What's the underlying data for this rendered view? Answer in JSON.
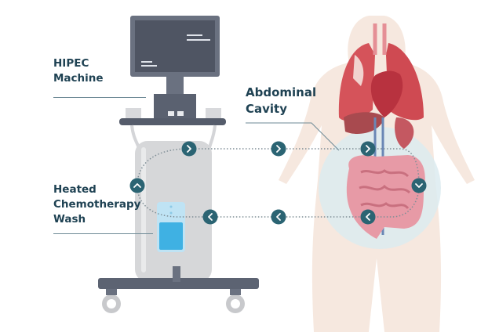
{
  "labels": {
    "machine": [
      "HIPEC",
      "Machine"
    ],
    "cavity": [
      "Abdominal",
      "Cavity"
    ],
    "wash": [
      "Heated",
      "Chemotherapy",
      "Wash"
    ]
  },
  "colors": {
    "text": "#1f4253",
    "flow_marker": "#2b6473",
    "skin": "#f6e8df",
    "organ_red": "#d5535a",
    "intestine": "#e79aa6",
    "abdomen_highlight": "#dcebf0",
    "fluid": "#3fb1e3"
  },
  "flow_markers": [
    {
      "icon": "chevron-right-icon"
    },
    {
      "icon": "chevron-right-icon"
    },
    {
      "icon": "chevron-right-icon"
    },
    {
      "icon": "chevron-up-icon"
    },
    {
      "icon": "chevron-down-icon"
    },
    {
      "icon": "chevron-left-icon"
    },
    {
      "icon": "chevron-left-icon"
    },
    {
      "icon": "chevron-left-icon"
    }
  ]
}
